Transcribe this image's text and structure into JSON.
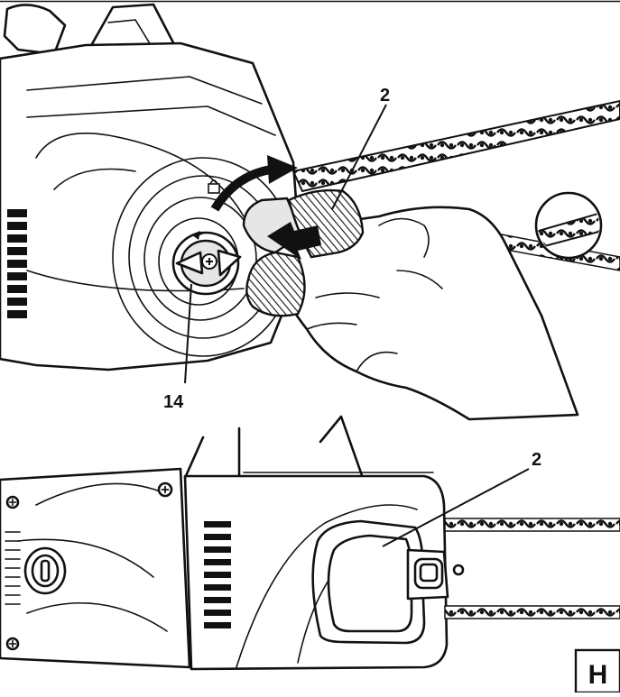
{
  "figure_label": "H",
  "top_panel": {
    "callouts": [
      {
        "id": "part-2",
        "text": "2"
      },
      {
        "id": "part-14",
        "text": "14"
      }
    ]
  },
  "bottom_panel": {
    "callouts": [
      {
        "id": "part-2",
        "text": "2"
      }
    ]
  }
}
